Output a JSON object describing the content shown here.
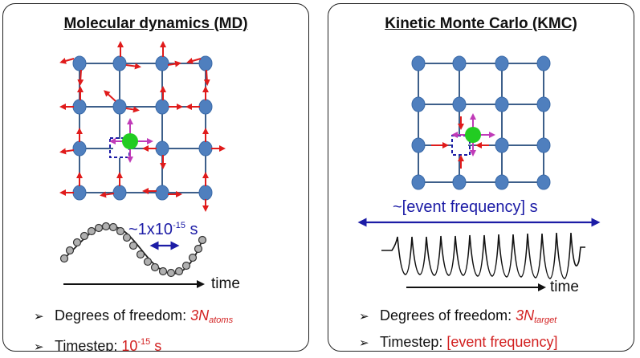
{
  "md": {
    "title": "Molecular dynamics (MD)",
    "anno": {
      "prefix": "~1x10",
      "exp": "-15",
      "suffix": " s"
    },
    "time_label": "time",
    "dof": {
      "label": "Degrees of freedom: ",
      "value": "3N",
      "sub": "atoms"
    },
    "timestep": {
      "label": "Timestep: ",
      "value": "10",
      "exp": "-15",
      "unit": " s"
    }
  },
  "kmc": {
    "title": "Kinetic Monte Carlo (KMC)",
    "anno": "~[event frequency] s",
    "time_label": "time",
    "dof": {
      "label": "Degrees of freedom: ",
      "value": "3N",
      "sub": "target"
    },
    "timestep": {
      "label": "Timestep: ",
      "value": "[event frequency]"
    }
  },
  "colors": {
    "atom": "#4f7fbe",
    "lattice": "#3d5f8a",
    "arrow": "#e01b1b",
    "active_atom": "#22cc22",
    "active_arrow": "#c03bb8",
    "vacancy": "#1c1ca6",
    "red_text": "#d21f1f"
  },
  "bullet_icon": "arrow-bullet-icon"
}
